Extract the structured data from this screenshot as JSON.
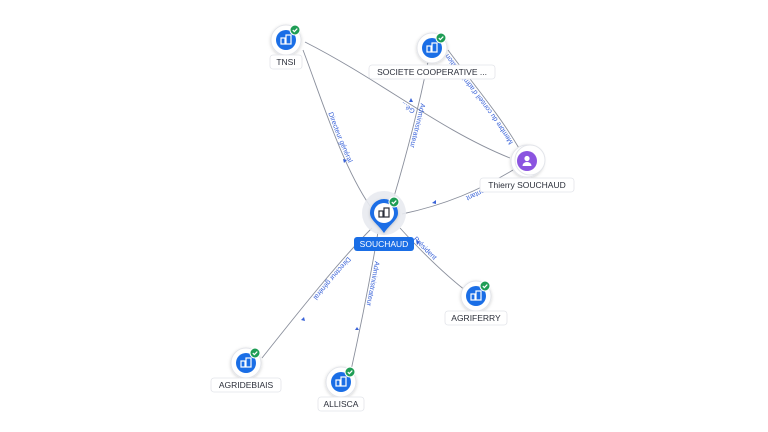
{
  "colors": {
    "company_blue": "#1a6ee6",
    "person_purple": "#8b54e0",
    "check_green": "#1f9d55",
    "edge_gray": "#8a8f9c",
    "edge_label_blue": "#3a63d8"
  },
  "nodes": [
    {
      "id": "souchaud",
      "label": "SOUCHAUD",
      "kind": "company",
      "main": true,
      "verified": true,
      "icon": "building-icon"
    },
    {
      "id": "tnsi",
      "label": "TNSI",
      "kind": "company",
      "verified": true,
      "icon": "building-icon"
    },
    {
      "id": "scoop",
      "label": "SOCIETE COOPERATIVE ...",
      "kind": "company",
      "verified": true,
      "icon": "building-icon"
    },
    {
      "id": "thierry",
      "label": "Thierry SOUCHAUD",
      "kind": "person",
      "verified": false,
      "icon": "person-icon"
    },
    {
      "id": "agriferry",
      "label": "AGRIFERRY",
      "kind": "company",
      "verified": true,
      "icon": "building-icon"
    },
    {
      "id": "agridebiais",
      "label": "AGRIDEBIAIS",
      "kind": "company",
      "verified": true,
      "icon": "building-icon"
    },
    {
      "id": "allisca",
      "label": "ALLISCA",
      "kind": "company",
      "verified": true,
      "icon": "building-icon"
    }
  ],
  "edges": [
    {
      "id": "e-tnsi-souchaud",
      "from": "tnsi",
      "to": "souchaud",
      "label": "Directeur général"
    },
    {
      "id": "e-scoop-souchaud",
      "from": "scoop",
      "to": "souchaud",
      "label": "Administrateur"
    },
    {
      "id": "e-thierry-souchaud",
      "from": "thierry",
      "to": "souchaud",
      "label": "Représentant"
    },
    {
      "id": "e-thierry-scoop",
      "from": "thierry",
      "to": "scoop",
      "label": "Membre du conseil d'administration"
    },
    {
      "id": "e-thierry-tnsi",
      "from": "thierry",
      "to": "tnsi",
      "label": "Gé..."
    },
    {
      "id": "e-souchaud-agriferry",
      "from": "souchaud",
      "to": "agriferry",
      "label": "Président"
    },
    {
      "id": "e-souchaud-agridebiais",
      "from": "souchaud",
      "to": "agridebiais",
      "label": "Directeur général"
    },
    {
      "id": "e-souchaud-allisca",
      "from": "souchaud",
      "to": "allisca",
      "label": "Administrateur"
    }
  ]
}
